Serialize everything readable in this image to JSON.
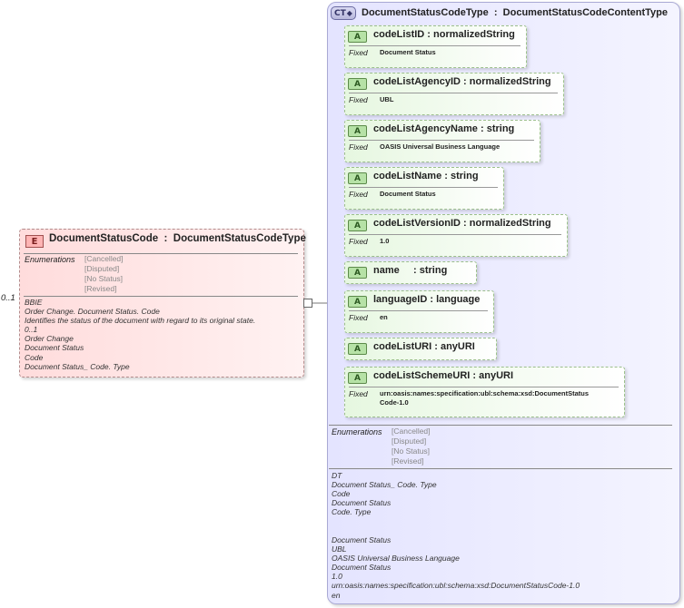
{
  "element": {
    "badge": "E",
    "name": "DocumentStatusCode",
    "type": "DocumentStatusCodeType",
    "occurrence": "0..1",
    "enumerations_label": "Enumerations",
    "enumerations": [
      "[Cancelled]",
      "[Disputed]",
      "[No Status]",
      "[Revised]"
    ],
    "annotations": [
      "BBIE",
      "Order Change. Document Status. Code",
      "Identifies the status of the document with regard to its original state.",
      "0..1",
      "Order Change",
      "Document Status",
      "Code",
      "Document Status_ Code. Type"
    ]
  },
  "complex_type": {
    "badge": "CT",
    "name": "DocumentStatusCodeType",
    "base": "DocumentStatusCodeContentType",
    "attributes": [
      {
        "name": "codeListID",
        "type": "normalizedString",
        "fixed_label": "Fixed",
        "fixed": "Document Status"
      },
      {
        "name": "codeListAgencyID",
        "type": "normalizedString",
        "fixed_label": "Fixed",
        "fixed": "UBL"
      },
      {
        "name": "codeListAgencyName",
        "type": "string",
        "fixed_label": "Fixed",
        "fixed": "OASIS Universal Business Language"
      },
      {
        "name": "codeListName",
        "type": "string",
        "fixed_label": "Fixed",
        "fixed": "Document Status"
      },
      {
        "name": "codeListVersionID",
        "type": "normalizedString",
        "fixed_label": "Fixed",
        "fixed": "1.0"
      },
      {
        "name": "name",
        "type": "string",
        "fixed_label": "",
        "fixed": ""
      },
      {
        "name": "languageID",
        "type": "language",
        "fixed_label": "Fixed",
        "fixed": "en"
      },
      {
        "name": "codeListURI",
        "type": "anyURI",
        "fixed_label": "",
        "fixed": ""
      },
      {
        "name": "codeListSchemeURI",
        "type": "anyURI",
        "fixed_label": "Fixed",
        "fixed": "urn:oasis:names:specification:ubl:schema:xsd:DocumentStatus\nCode-1.0"
      }
    ],
    "enumerations_label": "Enumerations",
    "enumerations": [
      "[Cancelled]",
      "[Disputed]",
      "[No Status]",
      "[Revised]"
    ],
    "annotations_1": [
      "DT",
      "Document Status_ Code. Type",
      "Code",
      "Document Status",
      "Code. Type"
    ],
    "annotations_2": [
      "Document Status",
      "UBL",
      "OASIS Universal Business Language",
      "Document Status",
      "1.0",
      "urn:oasis:names:specification:ubl:schema:xsd:DocumentStatusCode-1.0",
      "en"
    ]
  }
}
